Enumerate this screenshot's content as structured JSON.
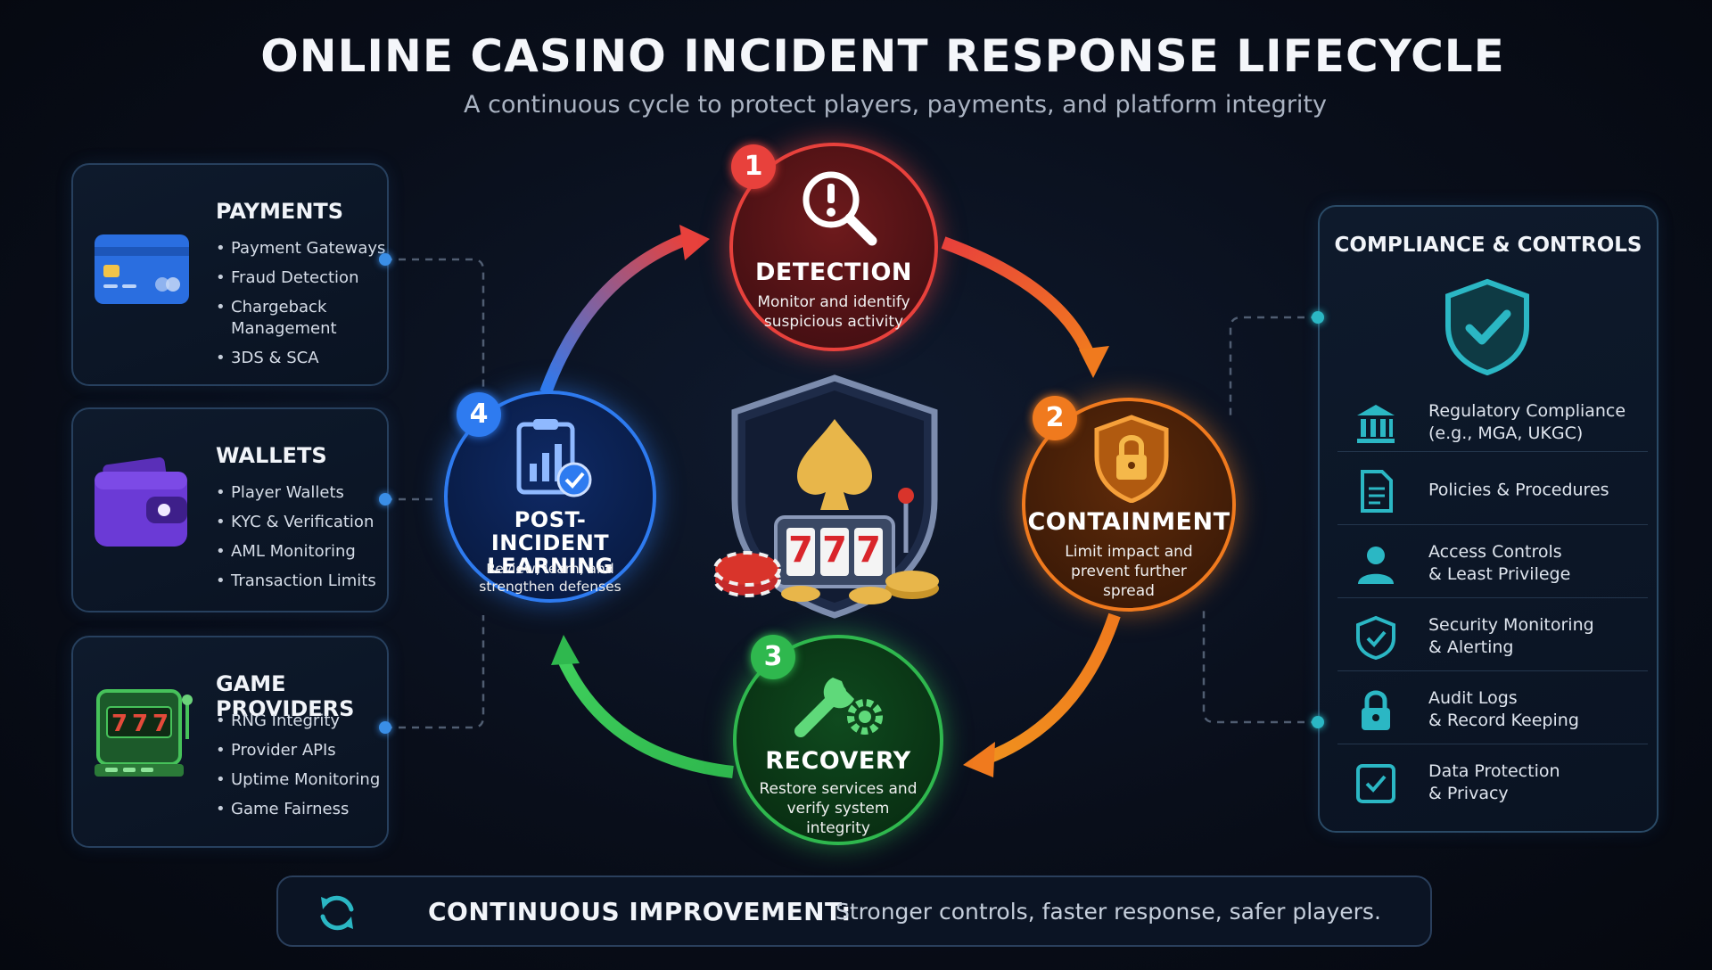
{
  "header": {
    "title": "ONLINE CASINO INCIDENT RESPONSE LIFECYCLE",
    "subtitle": "A continuous cycle to protect players, payments, and platform integrity"
  },
  "left_panels": [
    {
      "title": "PAYMENTS",
      "icon": "credit-card-icon",
      "items": [
        "Payment Gateways",
        "Fraud Detection",
        "Chargeback Management",
        "3DS & SCA"
      ]
    },
    {
      "title": "WALLETS",
      "icon": "wallet-icon",
      "items": [
        "Player Wallets",
        "KYC & Verification",
        "AML Monitoring",
        "Transaction Limits"
      ]
    },
    {
      "title": "GAME PROVIDERS",
      "icon": "slot-machine-icon",
      "items": [
        "RNG Integrity",
        "Provider APIs",
        "Uptime Monitoring",
        "Game Fairness"
      ]
    }
  ],
  "stages": [
    {
      "number": "1",
      "name": "DETECTION",
      "desc": "Monitor and identify suspicious activity",
      "color": "#e8413c",
      "icon": "magnifier-alert-icon"
    },
    {
      "number": "2",
      "name": "CONTAINMENT",
      "desc": "Limit impact and prevent further spread",
      "color": "#f07a1e",
      "icon": "shield-lock-icon"
    },
    {
      "number": "3",
      "name": "RECOVERY",
      "desc": "Restore services and verify system integrity",
      "color": "#2fb84e",
      "icon": "wrench-gear-icon"
    },
    {
      "number": "4",
      "name": "POST-INCIDENT LEARNING",
      "desc": "Review, learn, and strengthen defenses",
      "color": "#2e7bf0",
      "icon": "clipboard-chart-icon"
    }
  ],
  "center": {
    "slot_digits": [
      "7",
      "7",
      "7"
    ],
    "icon": "casino-shield-icon"
  },
  "right_panel": {
    "title": "COMPLIANCE & CONTROLS",
    "icon": "shield-check-icon",
    "items": [
      {
        "label": "Regulatory Compliance\n(e.g., MGA, UKGC)",
        "icon": "bank-icon"
      },
      {
        "label": "Policies & Procedures",
        "icon": "document-icon"
      },
      {
        "label": "Access Controls\n& Least Privilege",
        "icon": "user-icon"
      },
      {
        "label": "Security Monitoring\n& Alerting",
        "icon": "shield-check-icon"
      },
      {
        "label": "Audit Logs\n& Record Keeping",
        "icon": "padlock-icon"
      },
      {
        "label": "Data Protection\n& Privacy",
        "icon": "checkbox-icon"
      }
    ],
    "accent": "#2bb7c4"
  },
  "footer": {
    "label": "CONTINUOUS IMPROVEMENT:",
    "text": "Stronger controls, faster response, safer players.",
    "icon": "refresh-cycle-icon"
  }
}
